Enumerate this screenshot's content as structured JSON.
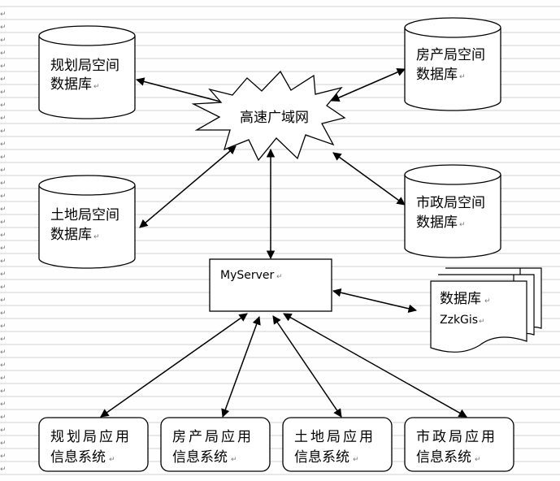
{
  "databases": [
    {
      "id": "planning",
      "line1": "规划局空间",
      "line2": "数据库"
    },
    {
      "id": "housing",
      "line1": "房产局空间",
      "line2": "数据库"
    },
    {
      "id": "land",
      "line1": "土地局空间",
      "line2": "数据库"
    },
    {
      "id": "municipal",
      "line1": "市政局空间",
      "line2": "数据库"
    }
  ],
  "network": {
    "label": "高速广域网"
  },
  "server": {
    "label": "MyServer"
  },
  "document": {
    "line1": "数据库",
    "line2": "ZzkGis"
  },
  "apps": [
    {
      "id": "planning",
      "line1": "规划局应用",
      "line2": "信息系统"
    },
    {
      "id": "housing",
      "line1": "房产局应用",
      "line2": "信息系统"
    },
    {
      "id": "land",
      "line1": "土地局应用",
      "line2": "信息系统"
    },
    {
      "id": "municipal",
      "line1": "市政局应用",
      "line2": "信息系统"
    }
  ],
  "paragraph_mark": "↵"
}
